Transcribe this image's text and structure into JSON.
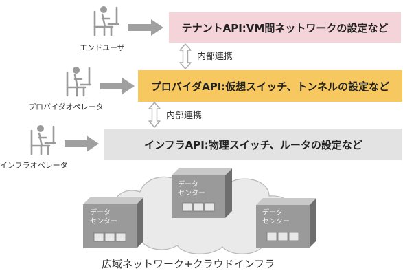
{
  "roles": {
    "end_user": "エンドユーザ",
    "provider_operator": "プロバイダオペレータ",
    "infra_operator": "インフラオペレータ"
  },
  "apis": {
    "tenant": "テナントAPI:VM間ネットワークの設定など",
    "provider": "プロバイダAPI:仮想スイッチ、トンネルの設定など",
    "infra": "インフラAPI:物理スイッチ、ルータの設定など"
  },
  "links": {
    "upper": "内部連携",
    "lower": "内部連携"
  },
  "datacenters": [
    {
      "line1": "データ",
      "line2": "センター"
    },
    {
      "line1": "データ",
      "line2": "センター"
    },
    {
      "line1": "データ",
      "line2": "センター"
    }
  ],
  "caption": "広域ネットワーク+クラウドインフラ",
  "colors": {
    "tenant_box": "#f4d3d9",
    "provider_box": "#f6c85f",
    "infra_box": "#e3e3e3",
    "arrow": "#a0a0a0"
  }
}
